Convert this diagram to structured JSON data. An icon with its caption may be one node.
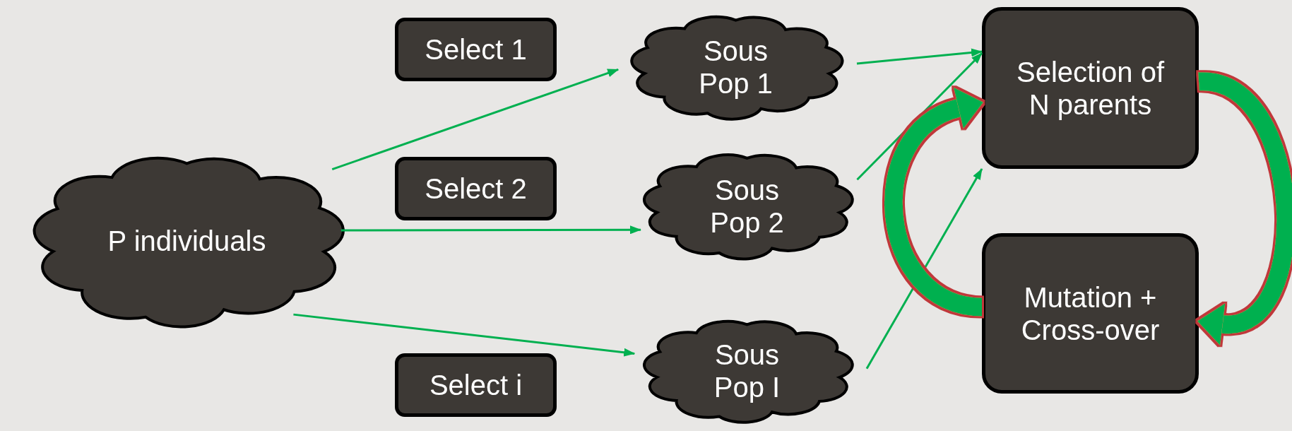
{
  "diagram": {
    "nodes": [
      {
        "text": [
          "P individuals"
        ]
      },
      {
        "text": [
          "Select 1"
        ]
      },
      {
        "text": [
          "Select 2"
        ]
      },
      {
        "text": [
          "Select i"
        ]
      },
      {
        "text": [
          "Sous Pop 1"
        ]
      },
      {
        "text": [
          "Sous Pop 2"
        ]
      },
      {
        "text": [
          "Sous Pop I"
        ]
      },
      {
        "text": [
          "Selection of N parents"
        ]
      },
      {
        "text": [
          "Mutation + Cross-over"
        ]
      }
    ],
    "edges": [
      {
        "from": 0,
        "to": 4,
        "arrow": "to"
      },
      {
        "from": 0,
        "to": 5,
        "arrow": "to"
      },
      {
        "from": 0,
        "to": 6,
        "arrow": "to"
      },
      {
        "from": 4,
        "to": 7,
        "arrow": "to"
      },
      {
        "from": 5,
        "to": 7,
        "arrow": "to"
      },
      {
        "from": 6,
        "to": 7,
        "arrow": "to"
      },
      {
        "from": 7,
        "to": 8,
        "arrow": "to",
        "style": "thick"
      },
      {
        "from": 8,
        "to": 7,
        "arrow": "to",
        "style": "thick"
      }
    ]
  }
}
